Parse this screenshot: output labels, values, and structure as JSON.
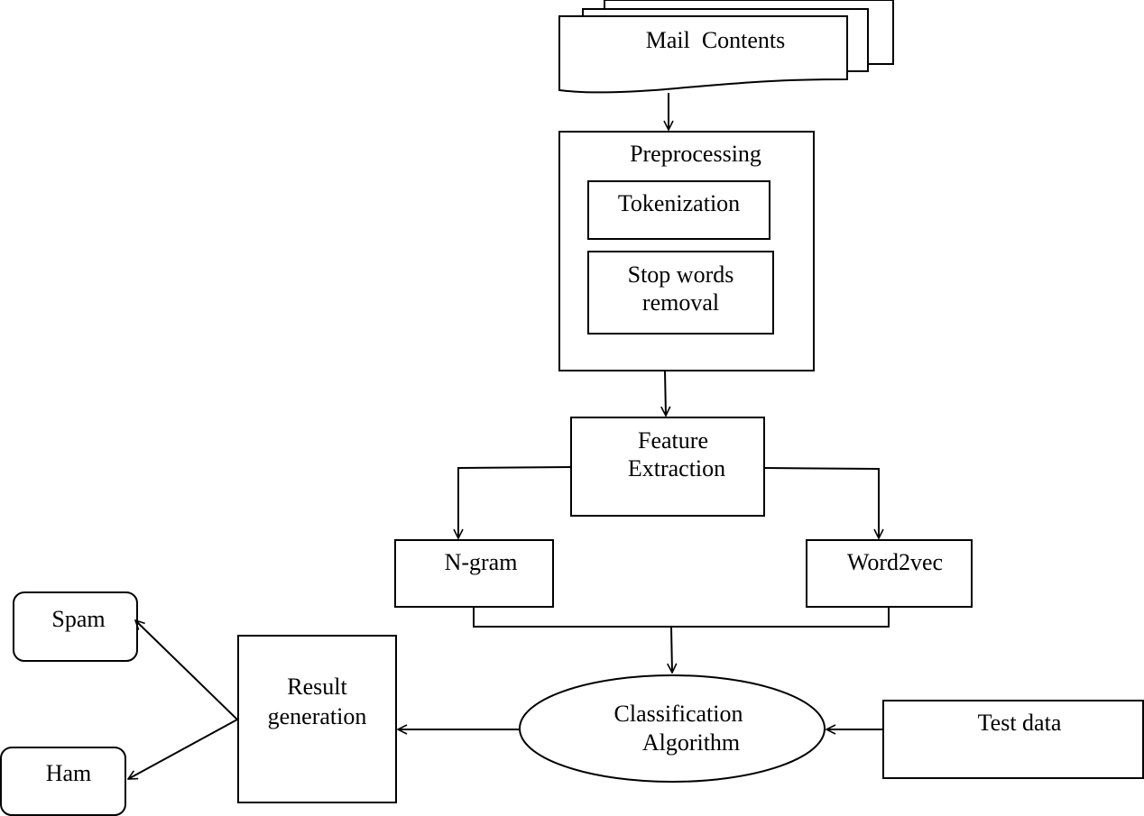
{
  "nodes": {
    "mail_contents": "Mail  Contents",
    "preprocessing": "Preprocessing",
    "tokenization": "Tokenization",
    "stop_words_line1": "Stop words",
    "stop_words_line2": "removal",
    "feature_line1": "Feature",
    "feature_line2": "Extraction",
    "ngram": "N-gram",
    "word2vec": "Word2vec",
    "classification_line1": "Classification",
    "classification_line2": "Algorithm",
    "test_data": "Test data",
    "result_line1": "Result",
    "result_line2": "generation",
    "spam": "Spam",
    "ham": "Ham"
  },
  "colors": {
    "stroke": "#000000",
    "background": "#ffffff"
  }
}
